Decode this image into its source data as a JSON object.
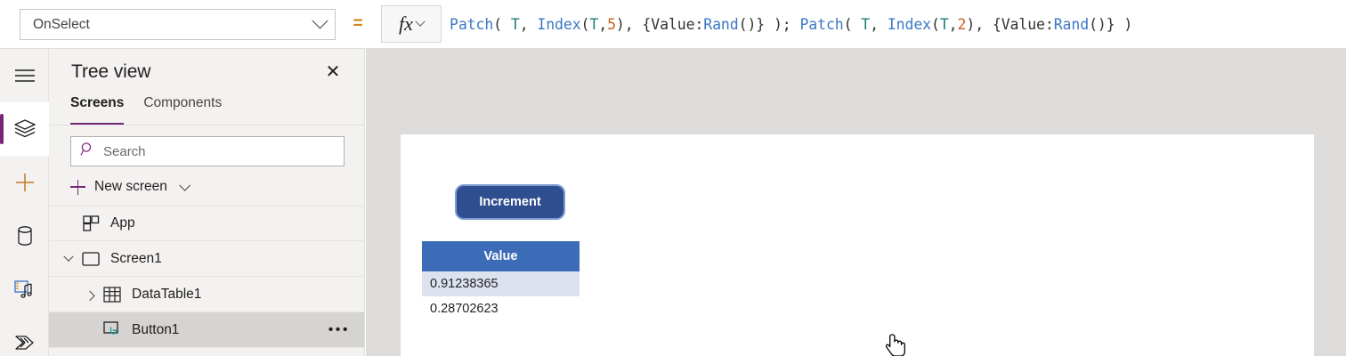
{
  "formula_bar": {
    "property_value": "OnSelect",
    "equals": "=",
    "fx_label": "fx",
    "formula_text": "Patch( T, Index(T,5), {Value:Rand()} ); Patch( T, Index(T,2), {Value:Rand()} )",
    "formula_tokens": [
      {
        "t": "Patch",
        "k": "fn"
      },
      {
        "t": "( ",
        "k": "plain"
      },
      {
        "t": "T",
        "k": "ident"
      },
      {
        "t": ", ",
        "k": "plain"
      },
      {
        "t": "Index",
        "k": "fn"
      },
      {
        "t": "(",
        "k": "plain"
      },
      {
        "t": "T",
        "k": "ident"
      },
      {
        "t": ",",
        "k": "plain"
      },
      {
        "t": "5",
        "k": "num"
      },
      {
        "t": "), {",
        "k": "plain"
      },
      {
        "t": "Value",
        "k": "prop"
      },
      {
        "t": ":",
        "k": "plain"
      },
      {
        "t": "Rand",
        "k": "fn"
      },
      {
        "t": "()} ); ",
        "k": "plain"
      },
      {
        "t": "Patch",
        "k": "fn"
      },
      {
        "t": "( ",
        "k": "plain"
      },
      {
        "t": "T",
        "k": "ident"
      },
      {
        "t": ", ",
        "k": "plain"
      },
      {
        "t": "Index",
        "k": "fn"
      },
      {
        "t": "(",
        "k": "plain"
      },
      {
        "t": "T",
        "k": "ident"
      },
      {
        "t": ",",
        "k": "plain"
      },
      {
        "t": "2",
        "k": "num"
      },
      {
        "t": "), {",
        "k": "plain"
      },
      {
        "t": "Value",
        "k": "prop"
      },
      {
        "t": ":",
        "k": "plain"
      },
      {
        "t": "Rand",
        "k": "fn"
      },
      {
        "t": "()} )",
        "k": "plain"
      }
    ]
  },
  "rail": {
    "items": [
      {
        "name": "hamburger-menu-icon",
        "active": false
      },
      {
        "name": "tree-view-icon",
        "active": true
      },
      {
        "name": "insert-plus-icon",
        "active": false
      },
      {
        "name": "data-sources-icon",
        "active": false
      },
      {
        "name": "media-icon",
        "active": false
      },
      {
        "name": "power-automate-icon",
        "active": false
      }
    ]
  },
  "tree_panel": {
    "title": "Tree view",
    "close_label": "✕",
    "tabs": [
      {
        "label": "Screens",
        "active": true
      },
      {
        "label": "Components",
        "active": false
      }
    ],
    "search": {
      "placeholder": "Search",
      "value": ""
    },
    "new_screen_label": "New screen",
    "items": [
      {
        "label": "App",
        "icon": "app-icon",
        "indent": 0,
        "twisty": "none",
        "selected": false,
        "overflow": false
      },
      {
        "label": "Screen1",
        "icon": "screen-icon",
        "indent": 0,
        "twisty": "down",
        "selected": false,
        "overflow": false
      },
      {
        "label": "DataTable1",
        "icon": "datatable-icon",
        "indent": 1,
        "twisty": "right",
        "selected": false,
        "overflow": false
      },
      {
        "label": "Button1",
        "icon": "button-icon",
        "indent": 1,
        "twisty": "none",
        "selected": true,
        "overflow": true
      }
    ],
    "overflow_label": "•••"
  },
  "canvas": {
    "button": {
      "label": "Increment",
      "fill": "#2f4e8f",
      "text_color": "#ffffff",
      "selected": true
    },
    "table": {
      "header_color": "#3c6cb7",
      "selected_row_color": "#dde2ef",
      "columns": [
        "Value"
      ],
      "rows": [
        {
          "Value": "0.91238365",
          "selected": true
        },
        {
          "Value": "0.28702623",
          "selected": false
        }
      ]
    }
  },
  "colors": {
    "accent_purple": "#742774",
    "panel_bg": "#f3f2f1",
    "canvas_bg": "#dedcdb",
    "button_blue": "#2f4e8f",
    "table_header_blue": "#3c6cb7"
  }
}
